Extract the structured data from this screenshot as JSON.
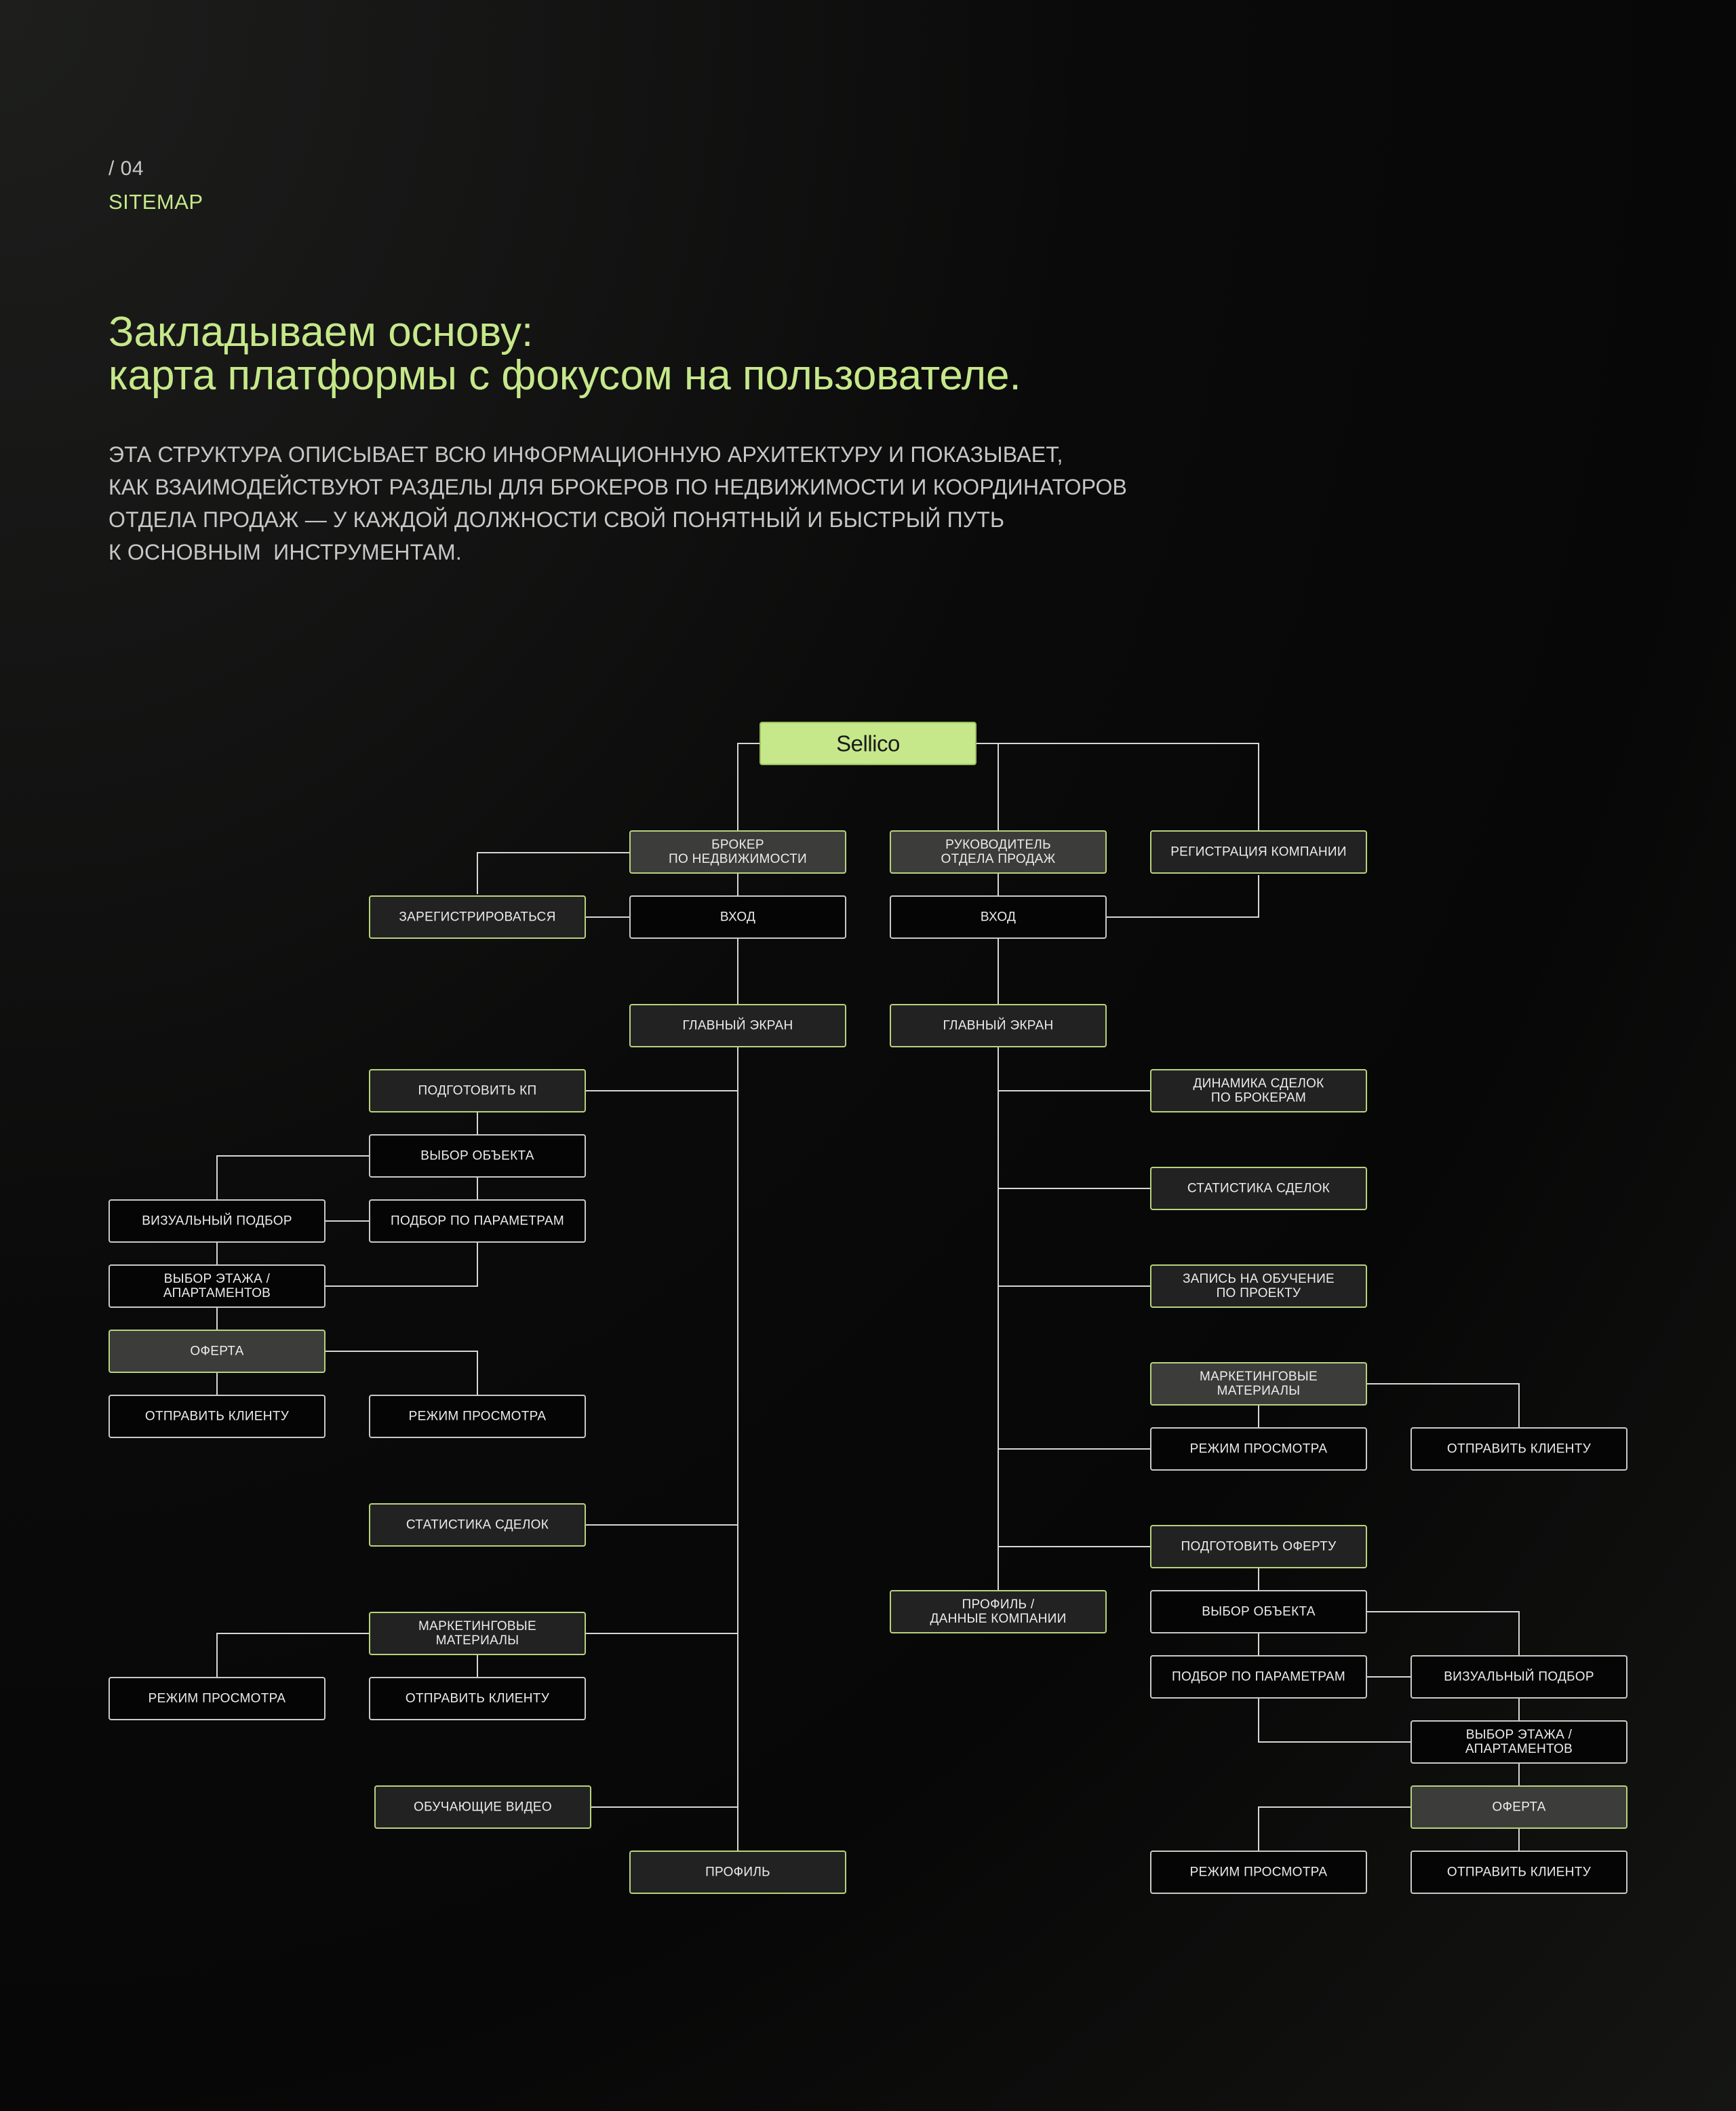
{
  "header": {
    "section_number": "/ 04",
    "section_label": "SITEMAP",
    "headline": [
      "Закладываем основу:",
      "карта платформы с фокусом на пользователе."
    ],
    "description": [
      "ЭТА СТРУКТУРА ОПИСЫВАЕТ ВСЮ ИНФОРМАЦИОННУЮ АРХИТЕКТУРУ И ПОКАЗЫВАЕТ,",
      "КАК ВЗАИМОДЕЙСТВУЮТ РАЗДЕЛЫ ДЛЯ БРОКЕРОВ ПО НЕДВИЖИМОСТИ И КООРДИНАТОРОВ",
      "ОТДЕЛА ПРОДАЖ — У КАЖДОЙ ДОЛЖНОСТИ СВОЙ ПОНЯТНЫЙ И БЫСТРЫЙ ПУТЬ",
      "К ОСНОВНЫМ  ИНСТРУМЕНТАМ."
    ]
  },
  "colors": {
    "accent": "#c6e88a",
    "node_border_accent": "#b8d37c",
    "node_border_plain": "#c9c9c9",
    "node_fill_dark": "#3c3c3a",
    "line": "#d6d6d6"
  },
  "sitemap": {
    "nodes": [
      {
        "id": "root",
        "lines": [
          "Sellico"
        ],
        "style": "root"
      },
      {
        "id": "broker",
        "lines": [
          "БРОКЕР",
          "ПО НЕДВИЖИМОСТИ"
        ],
        "style": "g1"
      },
      {
        "id": "manager",
        "lines": [
          "РУКОВОДИТЕЛЬ",
          "ОТДЕЛА ПРОДАЖ"
        ],
        "style": "g1"
      },
      {
        "id": "reg_company",
        "lines": [
          "РЕГИСТРАЦИЯ КОМПАНИИ"
        ],
        "style": "g2"
      },
      {
        "id": "b_register",
        "lines": [
          "ЗАРЕГИСТРИРОВАТЬСЯ"
        ],
        "style": "g2"
      },
      {
        "id": "b_login",
        "lines": [
          "ВХОД"
        ],
        "style": "w"
      },
      {
        "id": "m_login",
        "lines": [
          "ВХОД"
        ],
        "style": "w"
      },
      {
        "id": "b_main",
        "lines": [
          "ГЛАВНЫЙ ЭКРАН"
        ],
        "style": "g2"
      },
      {
        "id": "m_main",
        "lines": [
          "ГЛАВНЫЙ ЭКРАН"
        ],
        "style": "g2"
      },
      {
        "id": "b_kp",
        "lines": [
          "ПОДГОТОВИТЬ КП"
        ],
        "style": "g2"
      },
      {
        "id": "b_select",
        "lines": [
          "ВЫБОР ОБЪЕКТА"
        ],
        "style": "w"
      },
      {
        "id": "b_visual",
        "lines": [
          "ВИЗУАЛЬНЫЙ ПОДБОР"
        ],
        "style": "w"
      },
      {
        "id": "b_params",
        "lines": [
          "ПОДБОР ПО ПАРАМЕТРАМ"
        ],
        "style": "w"
      },
      {
        "id": "b_floor",
        "lines": [
          "ВЫБОР ЭТАЖА /",
          "АПАРТАМЕНТОВ"
        ],
        "style": "w"
      },
      {
        "id": "b_offer",
        "lines": [
          "ОФЕРТА"
        ],
        "style": "g1"
      },
      {
        "id": "b_send1",
        "lines": [
          "ОТПРАВИТЬ КЛИЕНТУ"
        ],
        "style": "w"
      },
      {
        "id": "b_view1",
        "lines": [
          "РЕЖИМ ПРОСМОТРА"
        ],
        "style": "w"
      },
      {
        "id": "b_stats",
        "lines": [
          "СТАТИСТИКА СДЕЛОК"
        ],
        "style": "g2"
      },
      {
        "id": "b_marketing",
        "lines": [
          "МАРКЕТИНГОВЫЕ",
          "МАТЕРИАЛЫ"
        ],
        "style": "g2"
      },
      {
        "id": "b_view2",
        "lines": [
          "РЕЖИМ ПРОСМОТРА"
        ],
        "style": "w"
      },
      {
        "id": "b_send2",
        "lines": [
          "ОТПРАВИТЬ КЛИЕНТУ"
        ],
        "style": "w"
      },
      {
        "id": "b_video",
        "lines": [
          "ОБУЧАЮЩИЕ ВИДЕО"
        ],
        "style": "g2"
      },
      {
        "id": "b_profile",
        "lines": [
          "ПРОФИЛЬ"
        ],
        "style": "g2"
      },
      {
        "id": "m_dynamics",
        "lines": [
          "ДИНАМИКА СДЕЛОК",
          "ПО БРОКЕРАМ"
        ],
        "style": "g2"
      },
      {
        "id": "m_stats",
        "lines": [
          "СТАТИСТИКА СДЕЛОК"
        ],
        "style": "g2"
      },
      {
        "id": "m_training",
        "lines": [
          "ЗАПИСЬ НА ОБУЧЕНИЕ",
          "ПО ПРОЕКТУ"
        ],
        "style": "g2"
      },
      {
        "id": "m_marketing",
        "lines": [
          "МАРКЕТИНГОВЫЕ",
          "МАТЕРИАЛЫ"
        ],
        "style": "g1"
      },
      {
        "id": "m_view1",
        "lines": [
          "РЕЖИМ ПРОСМОТРА"
        ],
        "style": "w"
      },
      {
        "id": "m_send1",
        "lines": [
          "ОТПРАВИТЬ КЛИЕНТУ"
        ],
        "style": "w"
      },
      {
        "id": "m_prep_offer",
        "lines": [
          "ПОДГОТОВИТЬ ОФЕРТУ"
        ],
        "style": "g2"
      },
      {
        "id": "m_profile",
        "lines": [
          "ПРОФИЛЬ /",
          "ДАННЫЕ КОМПАНИИ"
        ],
        "style": "g2"
      },
      {
        "id": "m_select",
        "lines": [
          "ВЫБОР ОБЪЕКТА"
        ],
        "style": "w"
      },
      {
        "id": "m_params",
        "lines": [
          "ПОДБОР ПО ПАРАМЕТРАМ"
        ],
        "style": "w"
      },
      {
        "id": "m_visual",
        "lines": [
          "ВИЗУАЛЬНЫЙ ПОДБОР"
        ],
        "style": "w"
      },
      {
        "id": "m_floor",
        "lines": [
          "ВЫБОР ЭТАЖА /",
          "АПАРТАМЕНТОВ"
        ],
        "style": "w"
      },
      {
        "id": "m_offer",
        "lines": [
          "ОФЕРТА"
        ],
        "style": "g1"
      },
      {
        "id": "m_view2",
        "lines": [
          "РЕЖИМ ПРОСМОТРА"
        ],
        "style": "w"
      },
      {
        "id": "m_send2",
        "lines": [
          "ОТПРАВИТЬ КЛИЕНТУ"
        ],
        "style": "w"
      }
    ]
  }
}
